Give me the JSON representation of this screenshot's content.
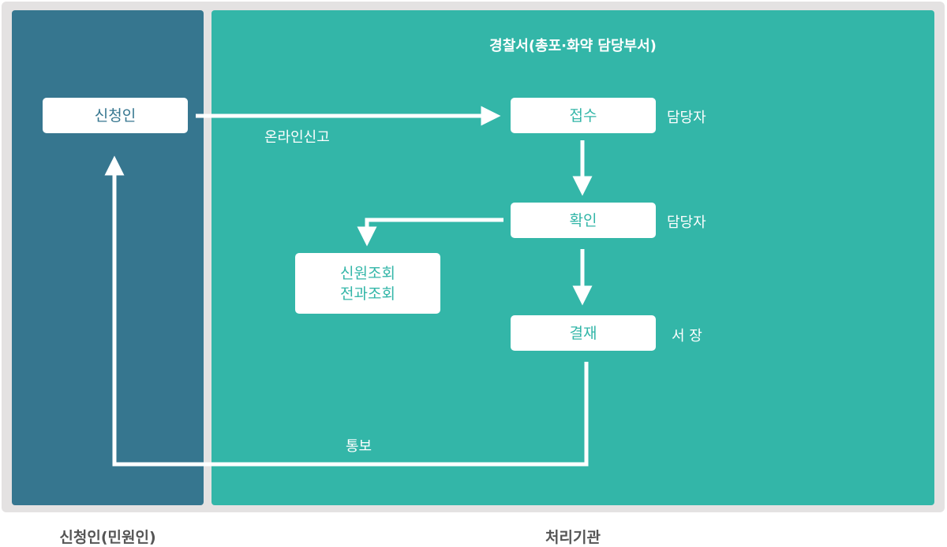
{
  "panels": {
    "right_title": "경찰서(총포·화약 담당부서)"
  },
  "boxes": {
    "applicant": "신청인",
    "receipt": "접수",
    "check": "확인",
    "inquiry_line1": "신원조회",
    "inquiry_line2": "전과조회",
    "approval": "결재"
  },
  "roles": {
    "receipt": "담당자",
    "check": "담당자",
    "approval": "서 장"
  },
  "edges": {
    "online_report": "온라인신고",
    "notify": "통보"
  },
  "footer": {
    "left": "신청인(민원인)",
    "right": "처리기관"
  },
  "colors": {
    "left_panel": "#36768f",
    "right_panel": "#33b6a8",
    "outer_frame": "#e4e2e2",
    "arrow": "#ffffff"
  }
}
